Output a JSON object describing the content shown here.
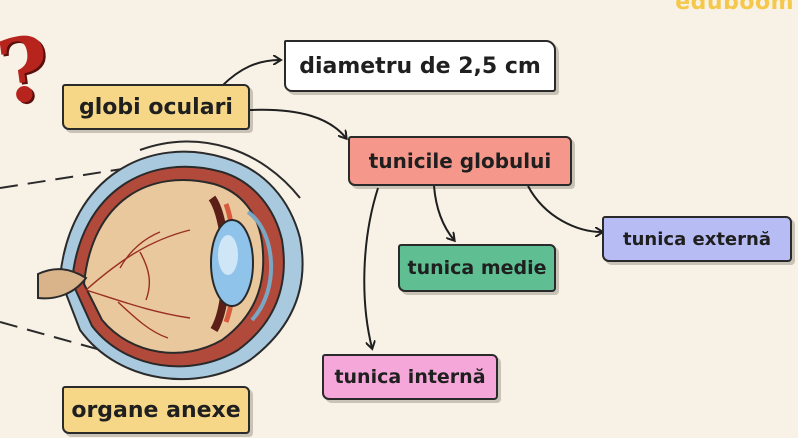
{
  "brand": {
    "name": "eduboom"
  },
  "nodes": {
    "globi": {
      "label": "globi oculari",
      "color": "#f6d788"
    },
    "diametru": {
      "label": "diametru de 2,5 cm",
      "color": "#ffffff"
    },
    "tunicile": {
      "label": "tunicile globului",
      "color": "#f5978a"
    },
    "medie": {
      "label": "tunica medie",
      "color": "#5fbf93"
    },
    "externa": {
      "label": "tunica externă",
      "color": "#b7bdf4"
    },
    "interna": {
      "label": "tunica internă",
      "color": "#f5a7d9"
    },
    "anexe": {
      "label": "organe anexe",
      "color": "#f6d788"
    }
  },
  "icons": {
    "question_mark": "question-mark-icon",
    "eye": "eye-illustration"
  }
}
